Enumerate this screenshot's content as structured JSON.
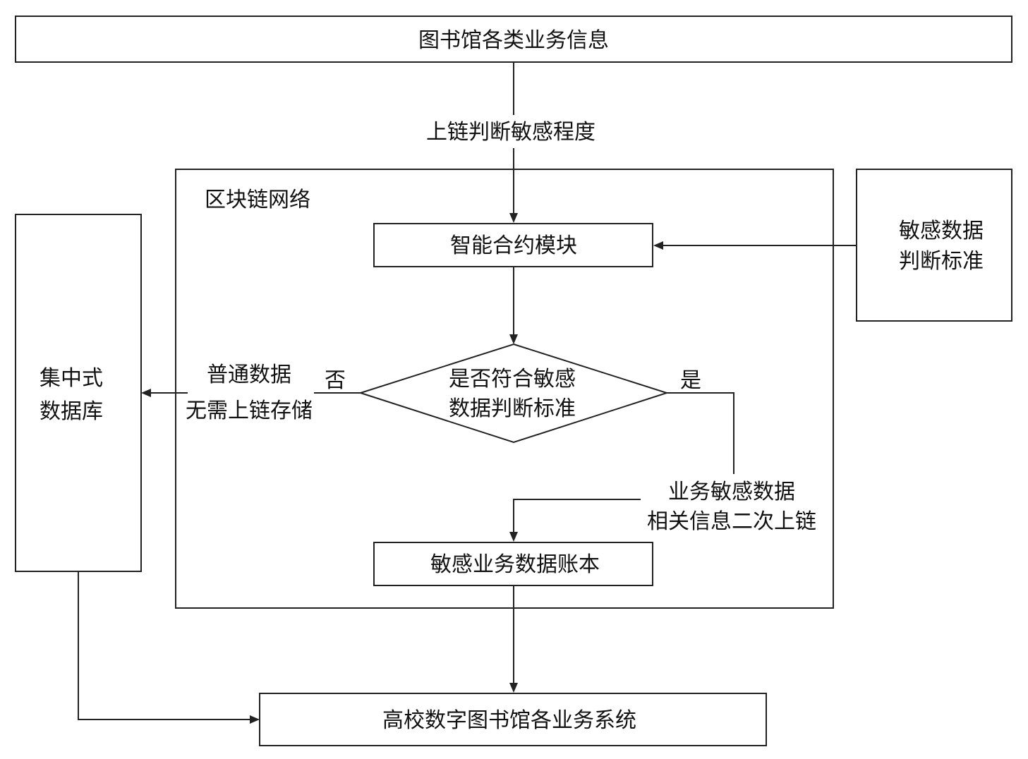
{
  "nodes": {
    "top_info": "图书馆各类业务信息",
    "blockchain_network": "区块链网络",
    "smart_contract": "智能合约模块",
    "decision_line1": "是否符合敏感",
    "decision_line2": "数据判断标准",
    "criteria_line1": "敏感数据",
    "criteria_line2": "判断标准",
    "central_db_line1": "集中式",
    "central_db_line2": "数据库",
    "ledger": "敏感业务数据账本",
    "systems": "高校数字图书馆各业务系统"
  },
  "edges": {
    "to_contract": "上链判断敏感程度",
    "no": "否",
    "yes": "是",
    "normal_line1": "普通数据",
    "normal_line2": "无需上链存储",
    "sensitive_line1": "业务敏感数据",
    "sensitive_line2": "相关信息二次上链"
  },
  "colors": {
    "stroke": "#222222",
    "background": "#ffffff",
    "text": "#111111"
  }
}
